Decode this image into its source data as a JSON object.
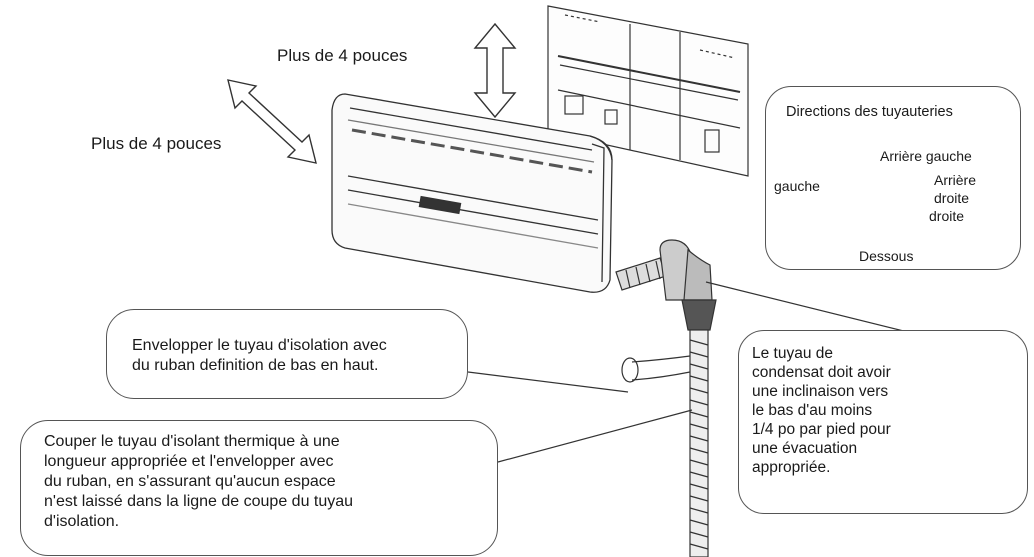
{
  "labels": {
    "clearance_top": "Plus de 4 pouces",
    "clearance_side": "Plus de 4 pouces"
  },
  "piping_directions": {
    "title": "Directions des tuyauteries",
    "rear_left": "Arrière gauche",
    "left": "gauche",
    "rear_right_1": "Arrière",
    "rear_right_2": "droite",
    "right": "droite",
    "bottom": "Dessous"
  },
  "callouts": {
    "wrap_tape_line1": "Envelopper le tuyau d'isolation avec",
    "wrap_tape_line2": "du ruban definition de bas en haut.",
    "cut_line1": "Couper le tuyau d'isolant thermique à une",
    "cut_line2": "longueur appropriée et l'envelopper avec",
    "cut_line3": "du ruban, en s'assurant qu'aucun espace",
    "cut_line4": "n'est laissé dans la ligne de coupe du tuyau",
    "cut_line5": "d'isolation.",
    "drain_line1": "Le tuyau de",
    "drain_line2": "condensat doit avoir",
    "drain_line3": "une inclinaison vers",
    "drain_line4": "le bas d'au moins",
    "drain_line5": "1/4 po par pied pour",
    "drain_line6": "une évacuation",
    "drain_line7": "appropriée."
  }
}
